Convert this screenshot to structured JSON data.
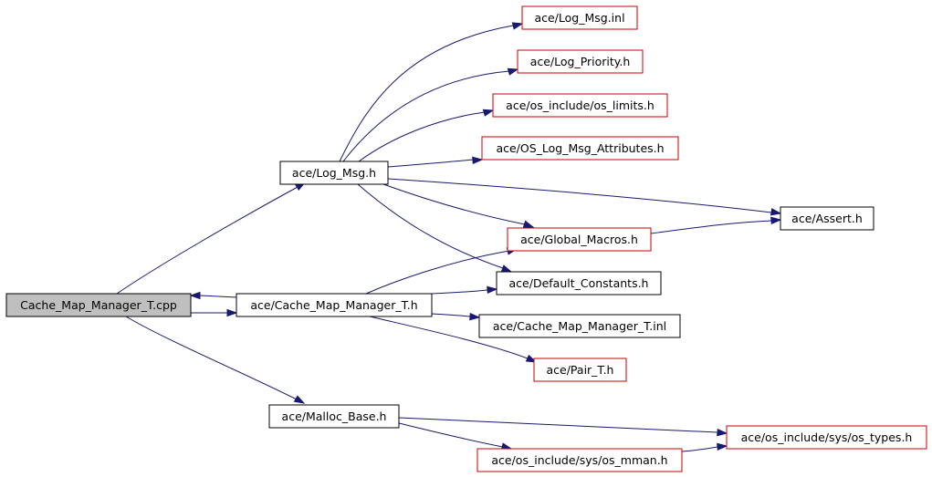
{
  "colors": {
    "background": "#ffffff",
    "edge": "#191970",
    "border_default": "#000000",
    "border_truncated": "#cc0000",
    "fill_root": "#bfbfbf",
    "fill_default": "#ffffff"
  },
  "nodes": {
    "cache_map_manager_t_cpp": {
      "label": "Cache_Map_Manager_T.cpp",
      "kind": "root"
    },
    "log_msg_h": {
      "label": "ace/Log_Msg.h",
      "kind": "file"
    },
    "log_msg_inl": {
      "label": "ace/Log_Msg.inl",
      "kind": "truncated"
    },
    "log_priority_h": {
      "label": "ace/Log_Priority.h",
      "kind": "truncated"
    },
    "os_limits_h": {
      "label": "ace/os_include/os_limits.h",
      "kind": "truncated"
    },
    "os_log_msg_attributes_h": {
      "label": "ace/OS_Log_Msg_Attributes.h",
      "kind": "truncated"
    },
    "assert_h": {
      "label": "ace/Assert.h",
      "kind": "file"
    },
    "global_macros_h": {
      "label": "ace/Global_Macros.h",
      "kind": "truncated"
    },
    "default_constants_h": {
      "label": "ace/Default_Constants.h",
      "kind": "file"
    },
    "cache_map_manager_t_h": {
      "label": "ace/Cache_Map_Manager_T.h",
      "kind": "file"
    },
    "cache_map_manager_t_inl": {
      "label": "ace/Cache_Map_Manager_T.inl",
      "kind": "file"
    },
    "pair_t_h": {
      "label": "ace/Pair_T.h",
      "kind": "truncated"
    },
    "malloc_base_h": {
      "label": "ace/Malloc_Base.h",
      "kind": "file"
    },
    "os_types_h": {
      "label": "ace/os_include/sys/os_types.h",
      "kind": "truncated"
    },
    "os_mman_h": {
      "label": "ace/os_include/sys/os_mman.h",
      "kind": "truncated"
    }
  },
  "edges": [
    {
      "from": "cache_map_manager_t_cpp",
      "to": "log_msg_h"
    },
    {
      "from": "cache_map_manager_t_cpp",
      "to": "cache_map_manager_t_h"
    },
    {
      "from": "cache_map_manager_t_cpp",
      "to": "malloc_base_h"
    },
    {
      "from": "cache_map_manager_t_h",
      "to": "cache_map_manager_t_cpp"
    },
    {
      "from": "log_msg_h",
      "to": "log_msg_inl"
    },
    {
      "from": "log_msg_h",
      "to": "log_priority_h"
    },
    {
      "from": "log_msg_h",
      "to": "os_limits_h"
    },
    {
      "from": "log_msg_h",
      "to": "os_log_msg_attributes_h"
    },
    {
      "from": "log_msg_h",
      "to": "assert_h"
    },
    {
      "from": "log_msg_h",
      "to": "global_macros_h"
    },
    {
      "from": "log_msg_h",
      "to": "default_constants_h"
    },
    {
      "from": "global_macros_h",
      "to": "assert_h"
    },
    {
      "from": "cache_map_manager_t_h",
      "to": "global_macros_h"
    },
    {
      "from": "cache_map_manager_t_h",
      "to": "default_constants_h"
    },
    {
      "from": "cache_map_manager_t_h",
      "to": "cache_map_manager_t_inl"
    },
    {
      "from": "cache_map_manager_t_h",
      "to": "pair_t_h"
    },
    {
      "from": "malloc_base_h",
      "to": "os_types_h"
    },
    {
      "from": "malloc_base_h",
      "to": "os_mman_h"
    },
    {
      "from": "os_mman_h",
      "to": "os_types_h"
    }
  ]
}
